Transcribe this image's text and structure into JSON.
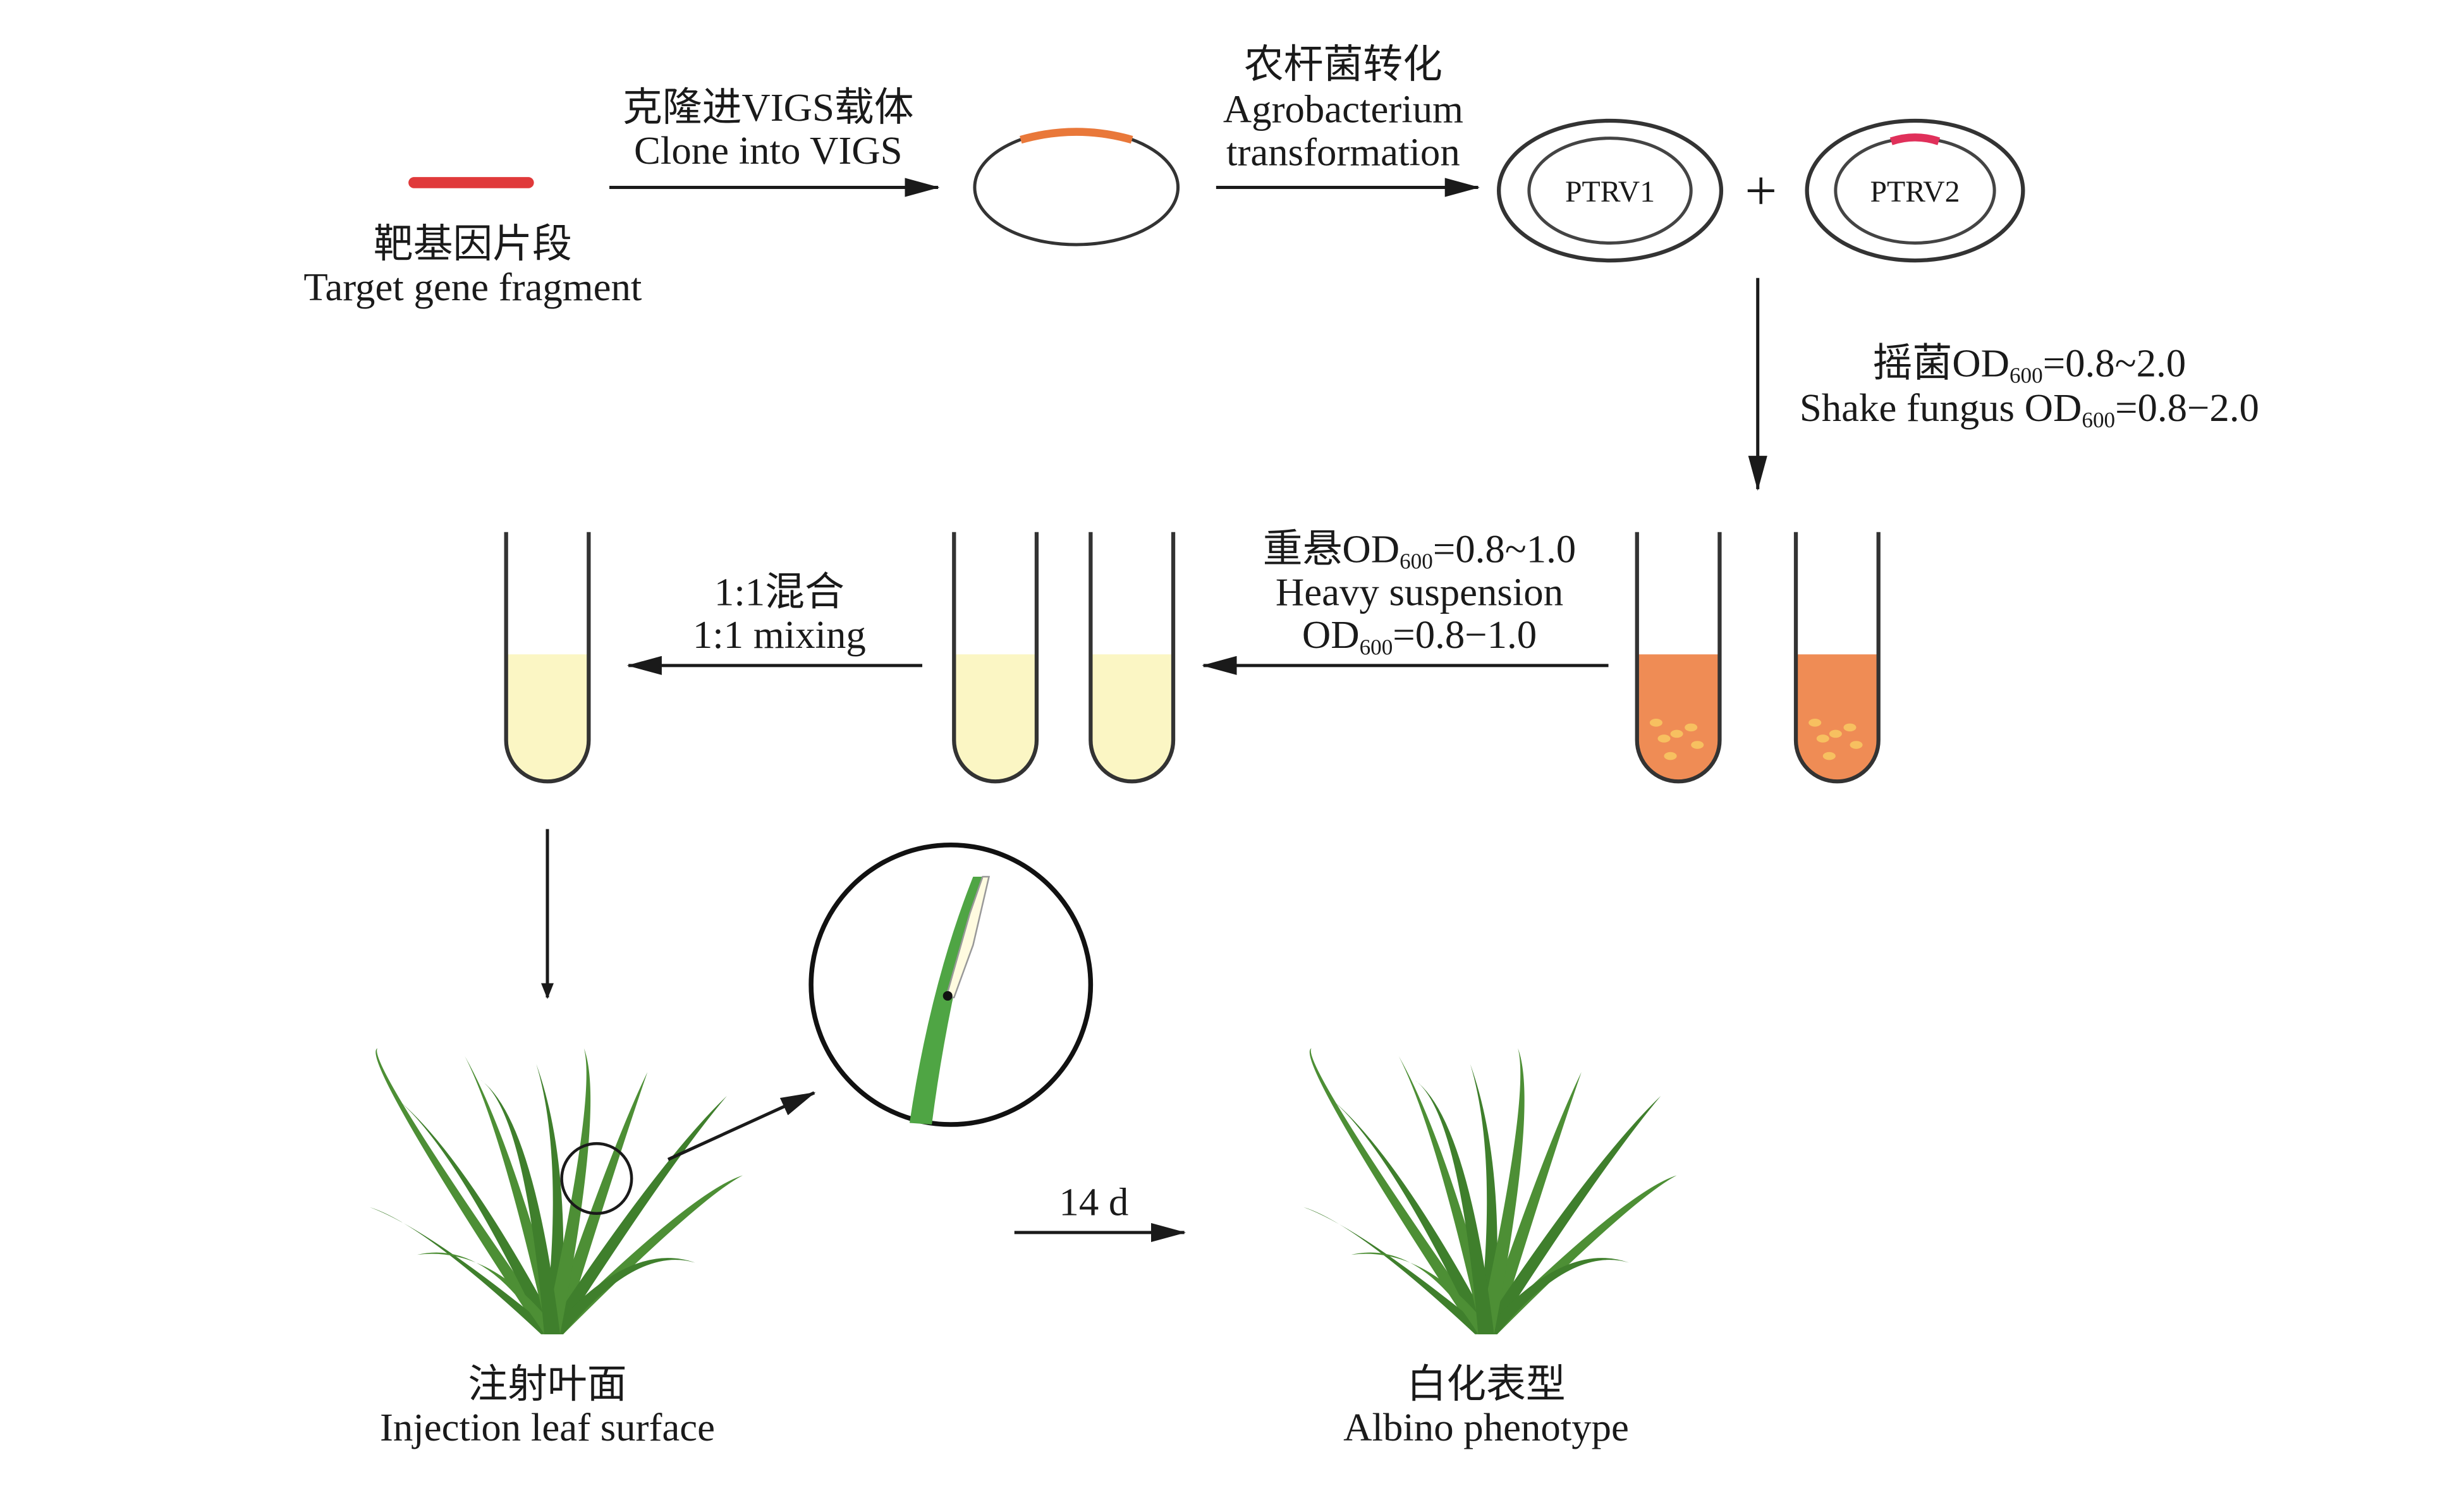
{
  "colors": {
    "target_gene": "#e0393a",
    "insert_arc": "#e9783a",
    "ptrv2_insert": "#e0305a",
    "culture_orange": "#ef8c55",
    "suspension_yellow": "#fbf6c4",
    "leaf_green": "#4d8f35",
    "line": "#1a1a1a"
  },
  "target": {
    "zh": "靶基因片段",
    "en": "Target gene fragment"
  },
  "clone": {
    "zh": "克隆进VIGS载体",
    "en": "Clone into VIGS"
  },
  "agro": {
    "zh": "农杆菌转化",
    "en1": "Agrobacterium",
    "en2": "transformation"
  },
  "plasmids": {
    "p1": "PTRV1",
    "p2": "PTRV2",
    "plus": "+"
  },
  "shake": {
    "zh_prefix": "摇菌OD",
    "sub": "600",
    "zh_suffix": "=0.8~2.0",
    "en_prefix": "Shake fungus OD",
    "en_suffix": "=0.8−2.0"
  },
  "resuspend": {
    "zh_prefix": "重悬OD",
    "sub": "600",
    "zh_suffix": "=0.8~1.0",
    "en1": "Heavy suspension",
    "en2_prefix": "OD",
    "en2_suffix": "=0.8−1.0"
  },
  "mix": {
    "zh": "1:1混合",
    "en": "1:1 mixing"
  },
  "injection": {
    "zh": "注射叶面",
    "en": "Injection leaf surface"
  },
  "wait": {
    "label": "14 d"
  },
  "albino": {
    "zh": "白化表型",
    "en": "Albino phenotype"
  }
}
